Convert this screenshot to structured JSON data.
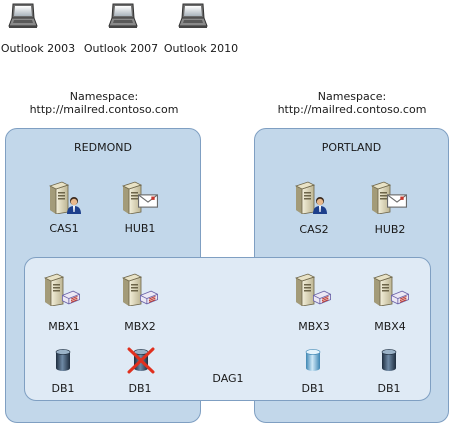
{
  "clients": [
    {
      "label": "Outlook 2003"
    },
    {
      "label": "Outlook 2007"
    },
    {
      "label": "Outlook 2010"
    }
  ],
  "namespaces": [
    {
      "line1": "Namespace:",
      "line2": "http://mailred.contoso.com"
    },
    {
      "line1": "Namespace:",
      "line2": "http://mailred.contoso.com"
    }
  ],
  "sites": [
    {
      "name": "REDMOND",
      "servers": [
        {
          "label": "CAS1",
          "icon": "cas-server-icon"
        },
        {
          "label": "HUB1",
          "icon": "hub-server-icon"
        }
      ]
    },
    {
      "name": "PORTLAND",
      "servers": [
        {
          "label": "CAS2",
          "icon": "cas-server-icon"
        },
        {
          "label": "HUB2",
          "icon": "hub-server-icon"
        }
      ]
    }
  ],
  "dag": {
    "name": "DAG1",
    "mailbox_servers": [
      {
        "label": "MBX1",
        "db": "DB1",
        "db_state": "active",
        "server_failed": false
      },
      {
        "label": "MBX2",
        "db": "DB1",
        "db_state": "failed",
        "server_failed": false
      },
      {
        "label": "MBX3",
        "db": "DB1",
        "db_state": "passive",
        "server_failed": false
      },
      {
        "label": "MBX4",
        "db": "DB1",
        "db_state": "active",
        "server_failed": false
      }
    ]
  },
  "colors": {
    "site_fill": "#c2d7ea",
    "dag_fill": "#dfeaf5",
    "border": "#7f9fc2",
    "failed_x": "#e0301e"
  }
}
